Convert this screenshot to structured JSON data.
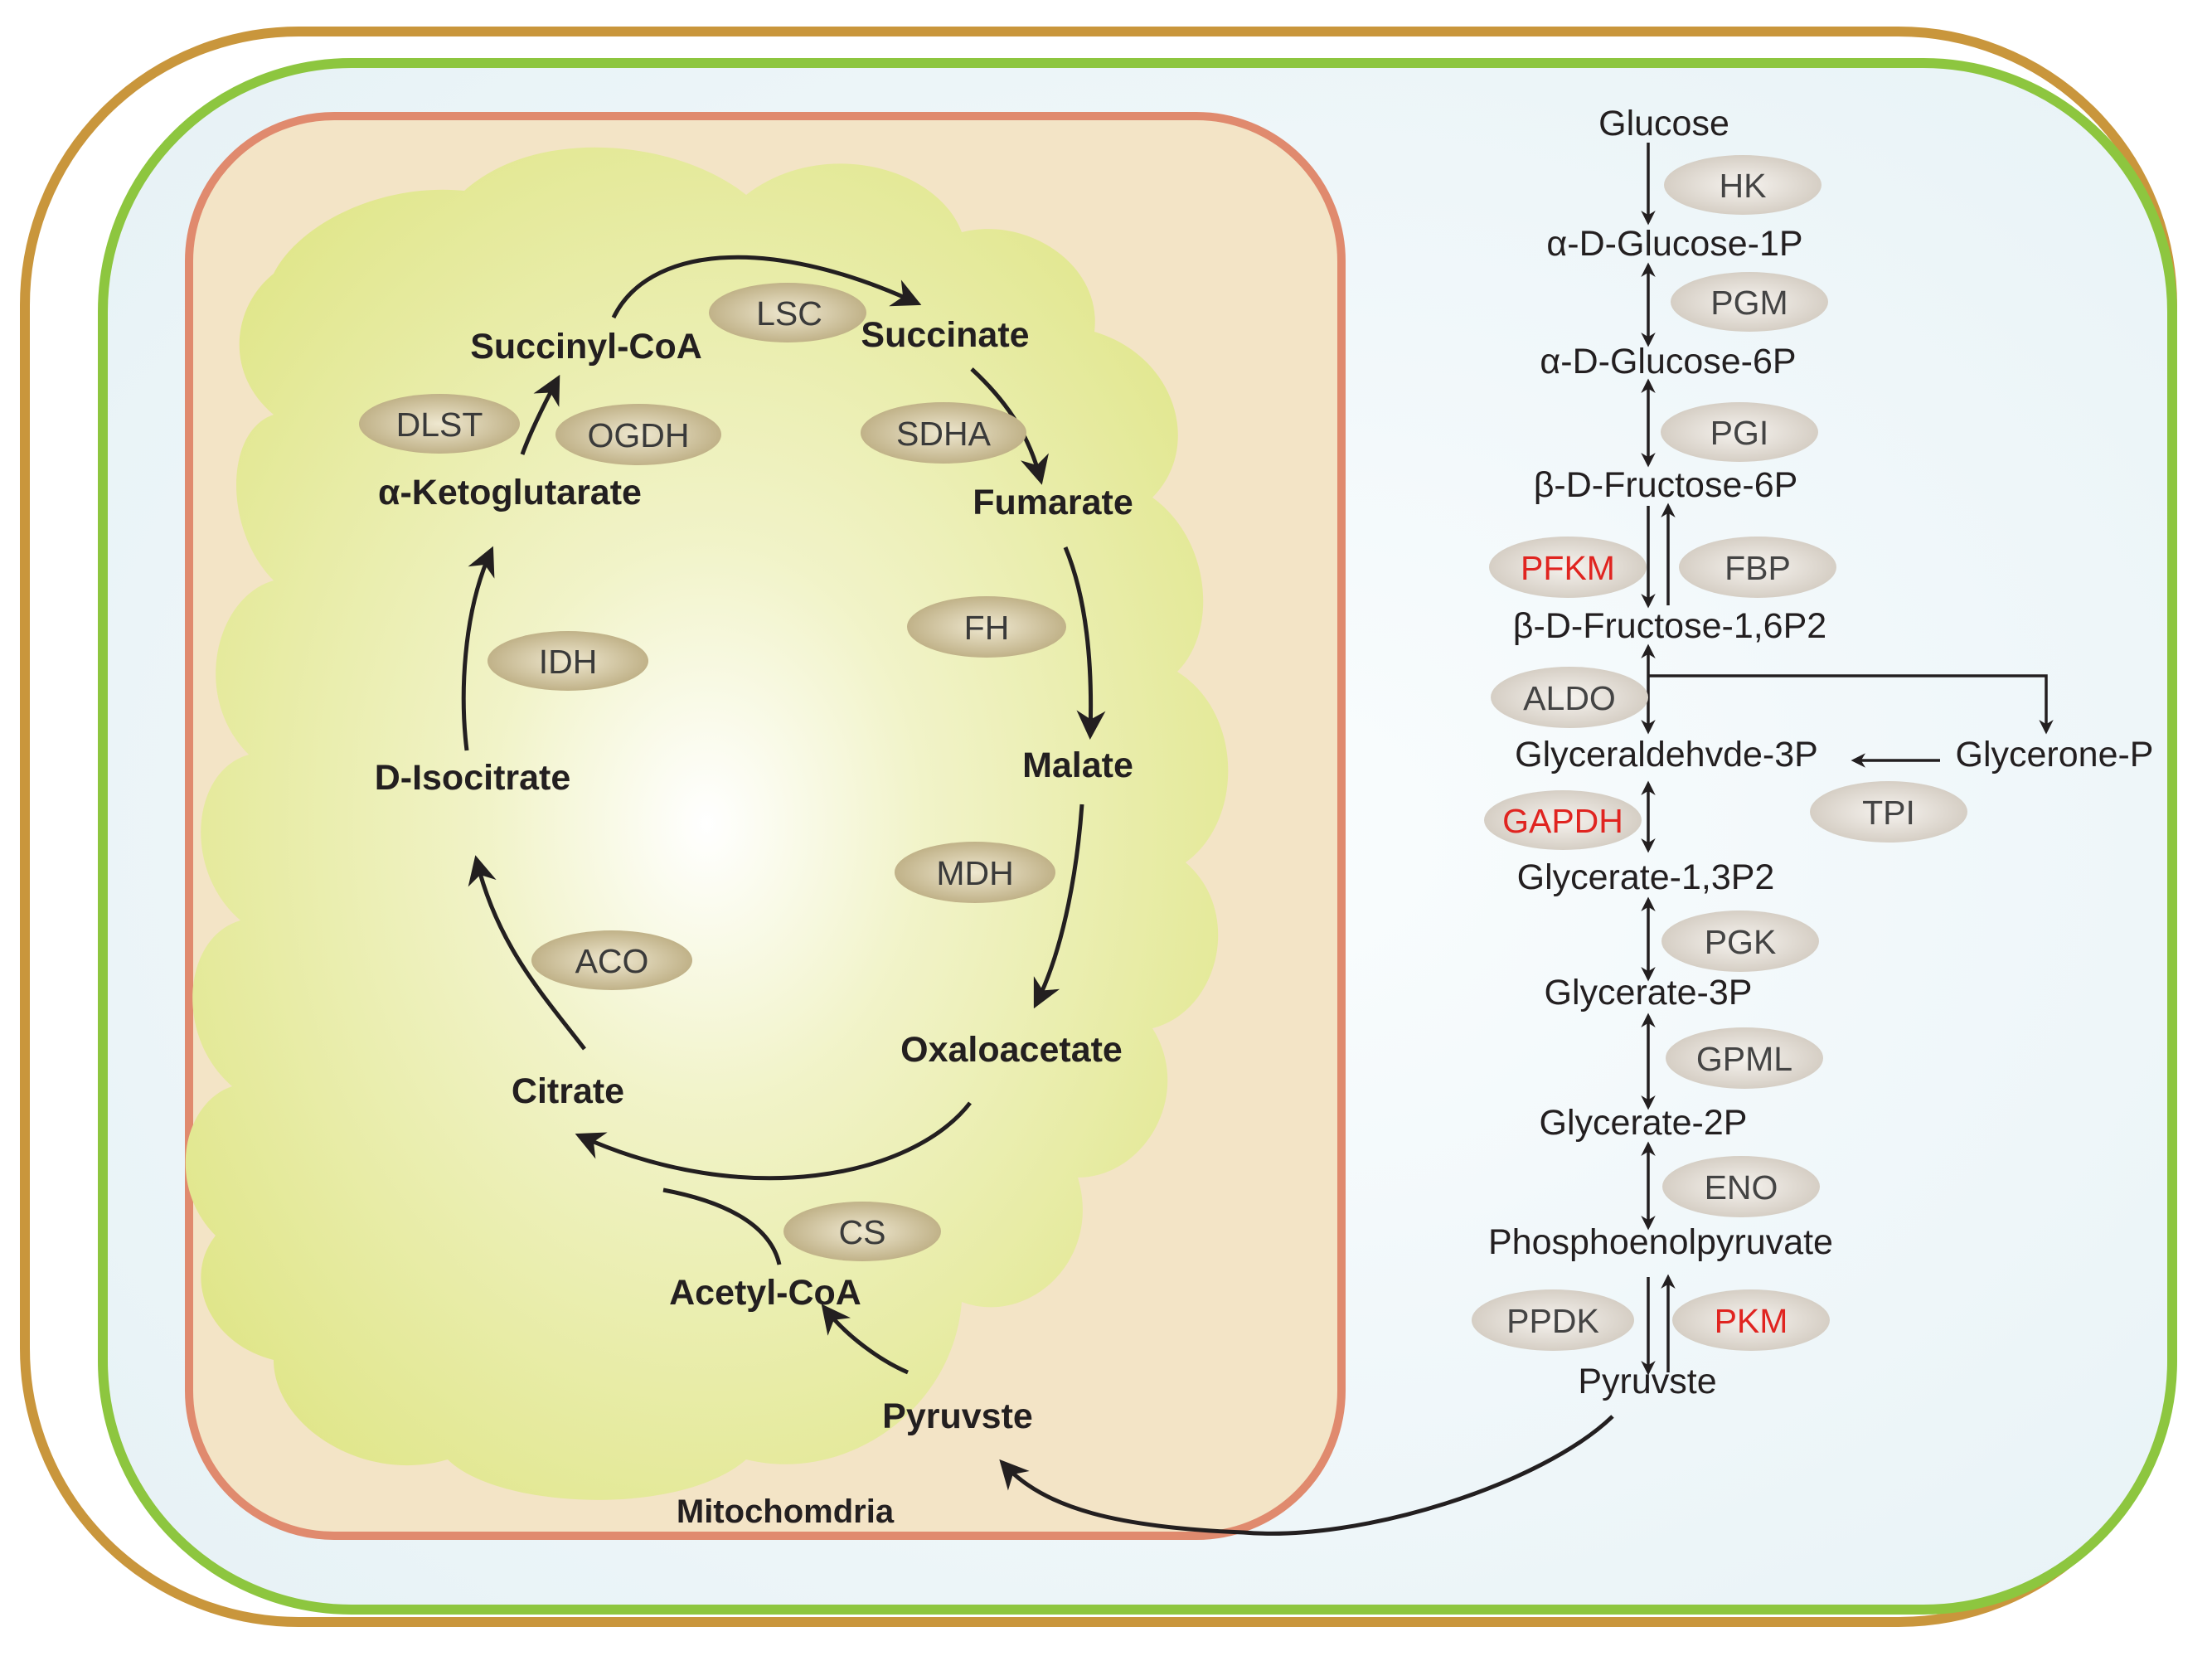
{
  "colors": {
    "outer_border": "#C9963C",
    "inner_border": "#8DC63F",
    "mito_border": "#E08A6E",
    "mito_fill": "#F3E4C6",
    "matrix_fill": "#E3E98E",
    "enzyme_fill": "#C8BB94",
    "glycolysis_enzyme_fill": "#DCD6CE",
    "highlight_text": "#E02420",
    "text": "#231F20"
  },
  "compartments": {
    "mitochondria_label": "Mitochomdria"
  },
  "tca_cycle": {
    "metabolites": {
      "succinyl_coa": "Succinyl-CoA",
      "succinate": "Succinate",
      "fumarate": "Fumarate",
      "malate": "Malate",
      "oxaloacetate": "Oxaloacetate",
      "citrate": "Citrate",
      "d_isocitrate": "D-Isocitrate",
      "alpha_ketoglutarate": "α-Ketoglutarate",
      "acetyl_coa": "Acetyl-CoA",
      "pyruvate": "Pyruvste"
    },
    "enzymes": {
      "lsc": "LSC",
      "dlst": "DLST",
      "ogdh": "OGDH",
      "sdha": "SDHA",
      "fh": "FH",
      "idh": "IDH",
      "mdh": "MDH",
      "aco": "ACO",
      "cs": "CS"
    }
  },
  "glycolysis": {
    "metabolites": {
      "glucose": "Glucose",
      "glucose_1p": "α-D-Glucose-1P",
      "glucose_6p": "α-D-Glucose-6P",
      "fructose_6p": "β-D-Fructose-6P",
      "fructose_16p2": "β-D-Fructose-1,6P2",
      "glyceraldehyde_3p": "Glyceraldehvde-3P",
      "glycerone_p": "Glycerone-P",
      "glycerate_13p2": "Glycerate-1,3P2",
      "glycerate_3p": "Glycerate-3P",
      "glycerate_2p": "Glycerate-2P",
      "phosphoenolpyruvate": "Phosphoenolpyruvate",
      "pyruvate": "Pyruvste"
    },
    "enzymes": {
      "hk": "HK",
      "pgm": "PGM",
      "pgi": "PGI",
      "pfkm": "PFKM",
      "fbp": "FBP",
      "aldo": "ALDO",
      "gapdh": "GAPDH",
      "tpi": "TPI",
      "pgk": "PGK",
      "gpml": "GPML",
      "eno": "ENO",
      "ppdk": "PPDK",
      "pkm": "PKM"
    },
    "highlighted_enzymes": [
      "PFKM",
      "GAPDH",
      "PKM"
    ]
  }
}
